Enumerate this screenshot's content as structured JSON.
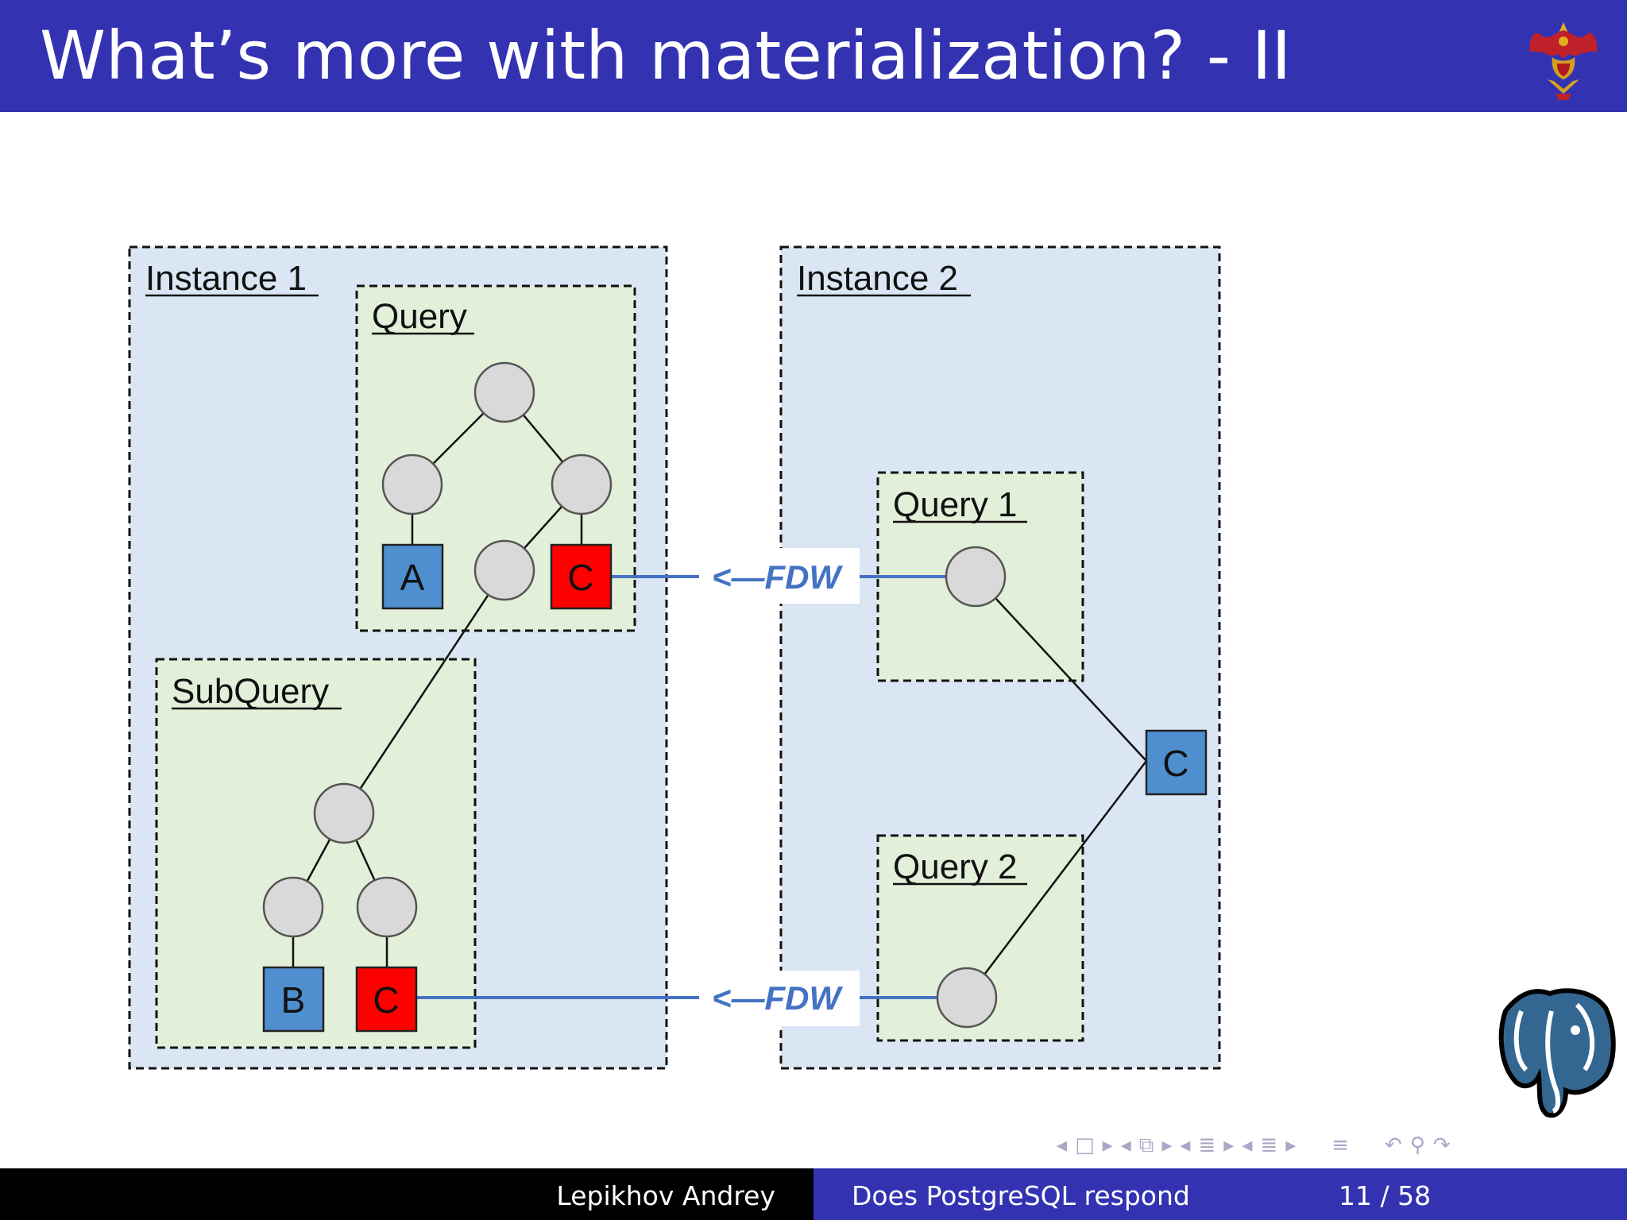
{
  "slide": {
    "title": "What’s more with materialization? - II"
  },
  "diagram": {
    "instance1_label": "Instance 1",
    "instance2_label": "Instance 2",
    "query_label": "Query",
    "subquery_label": "SubQuery",
    "query1_label": "Query 1",
    "query2_label": "Query 2",
    "node_a": "A",
    "node_b": "B",
    "node_c_query": "C",
    "node_c_subquery": "C",
    "node_c_instance2": "C",
    "fdw_top": "<—FDW",
    "fdw_bottom": "<—FDW"
  },
  "colors": {
    "header": "#3333b2",
    "instance_fill": "#dae6f3",
    "query_fill": "#e2efd9",
    "node_blue": "#4f8fd0",
    "node_red": "#ff0000",
    "fdw_line": "#4472c4",
    "circle_fill": "#d9d9d9"
  },
  "navigation": {
    "icons": [
      "arrow-left-icon",
      "frame-icon",
      "arrow-right-icon",
      "arrow-left-icon",
      "subsection-icon",
      "arrow-right-icon",
      "arrow-left-icon",
      "section-icon",
      "arrow-right-icon",
      "arrow-left-icon",
      "section-icon",
      "arrow-right-icon",
      "align-icon",
      "undo-icon",
      "search-icon",
      "redo-icon"
    ]
  },
  "footer": {
    "author": "Lepikhov Andrey",
    "talk": "Does PostgreSQL respond",
    "page": "11 / 58"
  }
}
